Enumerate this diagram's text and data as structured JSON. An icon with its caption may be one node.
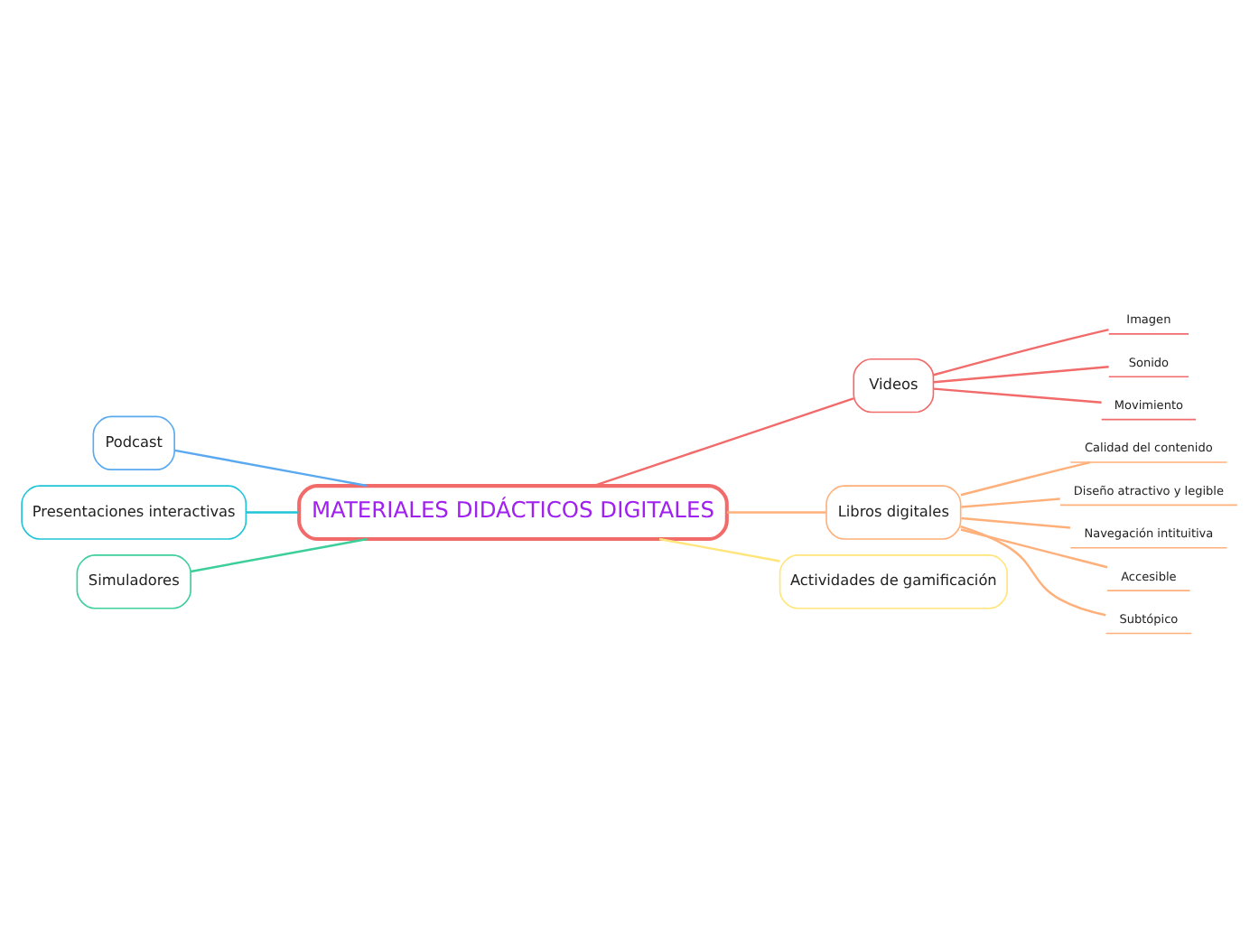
{
  "diagram": {
    "nodes": [
      {
        "text": [
          "MATERIALES DIDÁCTICOS DIGITALES"
        ]
      },
      {
        "text": [
          "Videos"
        ]
      },
      {
        "text": [
          "Imagen"
        ]
      },
      {
        "text": [
          "Sonido"
        ]
      },
      {
        "text": [
          "Movimiento"
        ]
      },
      {
        "text": [
          "Libros digitales"
        ]
      },
      {
        "text": [
          "Calidad del contenido"
        ]
      },
      {
        "text": [
          "Diseño atractivo y legible"
        ]
      },
      {
        "text": [
          "Navegación intituitiva"
        ]
      },
      {
        "text": [
          "Accesible"
        ]
      },
      {
        "text": [
          "Subtópico"
        ]
      },
      {
        "text": [
          "Actividades de gamificación"
        ]
      },
      {
        "text": [
          "Podcast"
        ]
      },
      {
        "text": [
          "Presentaciones interactivas"
        ]
      },
      {
        "text": [
          "Simuladores"
        ]
      }
    ],
    "edges": [
      {
        "from": 0,
        "to": 1,
        "arrow": "none",
        "color": "#f26b6b"
      },
      {
        "from": 1,
        "to": 2,
        "arrow": "none",
        "color": "#f26b6b"
      },
      {
        "from": 1,
        "to": 3,
        "arrow": "none",
        "color": "#f26b6b"
      },
      {
        "from": 1,
        "to": 4,
        "arrow": "none",
        "color": "#f26b6b"
      },
      {
        "from": 0,
        "to": 5,
        "arrow": "none",
        "color": "#ffb07a"
      },
      {
        "from": 5,
        "to": 6,
        "arrow": "none",
        "color": "#ffb07a"
      },
      {
        "from": 5,
        "to": 7,
        "arrow": "none",
        "color": "#ffb07a"
      },
      {
        "from": 5,
        "to": 8,
        "arrow": "none",
        "color": "#ffb07a"
      },
      {
        "from": 5,
        "to": 9,
        "arrow": "none",
        "color": "#ffb07a"
      },
      {
        "from": 5,
        "to": 10,
        "arrow": "none",
        "color": "#ffb07a"
      },
      {
        "from": 0,
        "to": 11,
        "arrow": "none",
        "color": "#ffe57a"
      },
      {
        "from": 0,
        "to": 12,
        "arrow": "none",
        "color": "#5aa9f0"
      },
      {
        "from": 0,
        "to": 13,
        "arrow": "none",
        "color": "#1fc4d6"
      },
      {
        "from": 0,
        "to": 14,
        "arrow": "none",
        "color": "#3ccf9a"
      }
    ]
  }
}
